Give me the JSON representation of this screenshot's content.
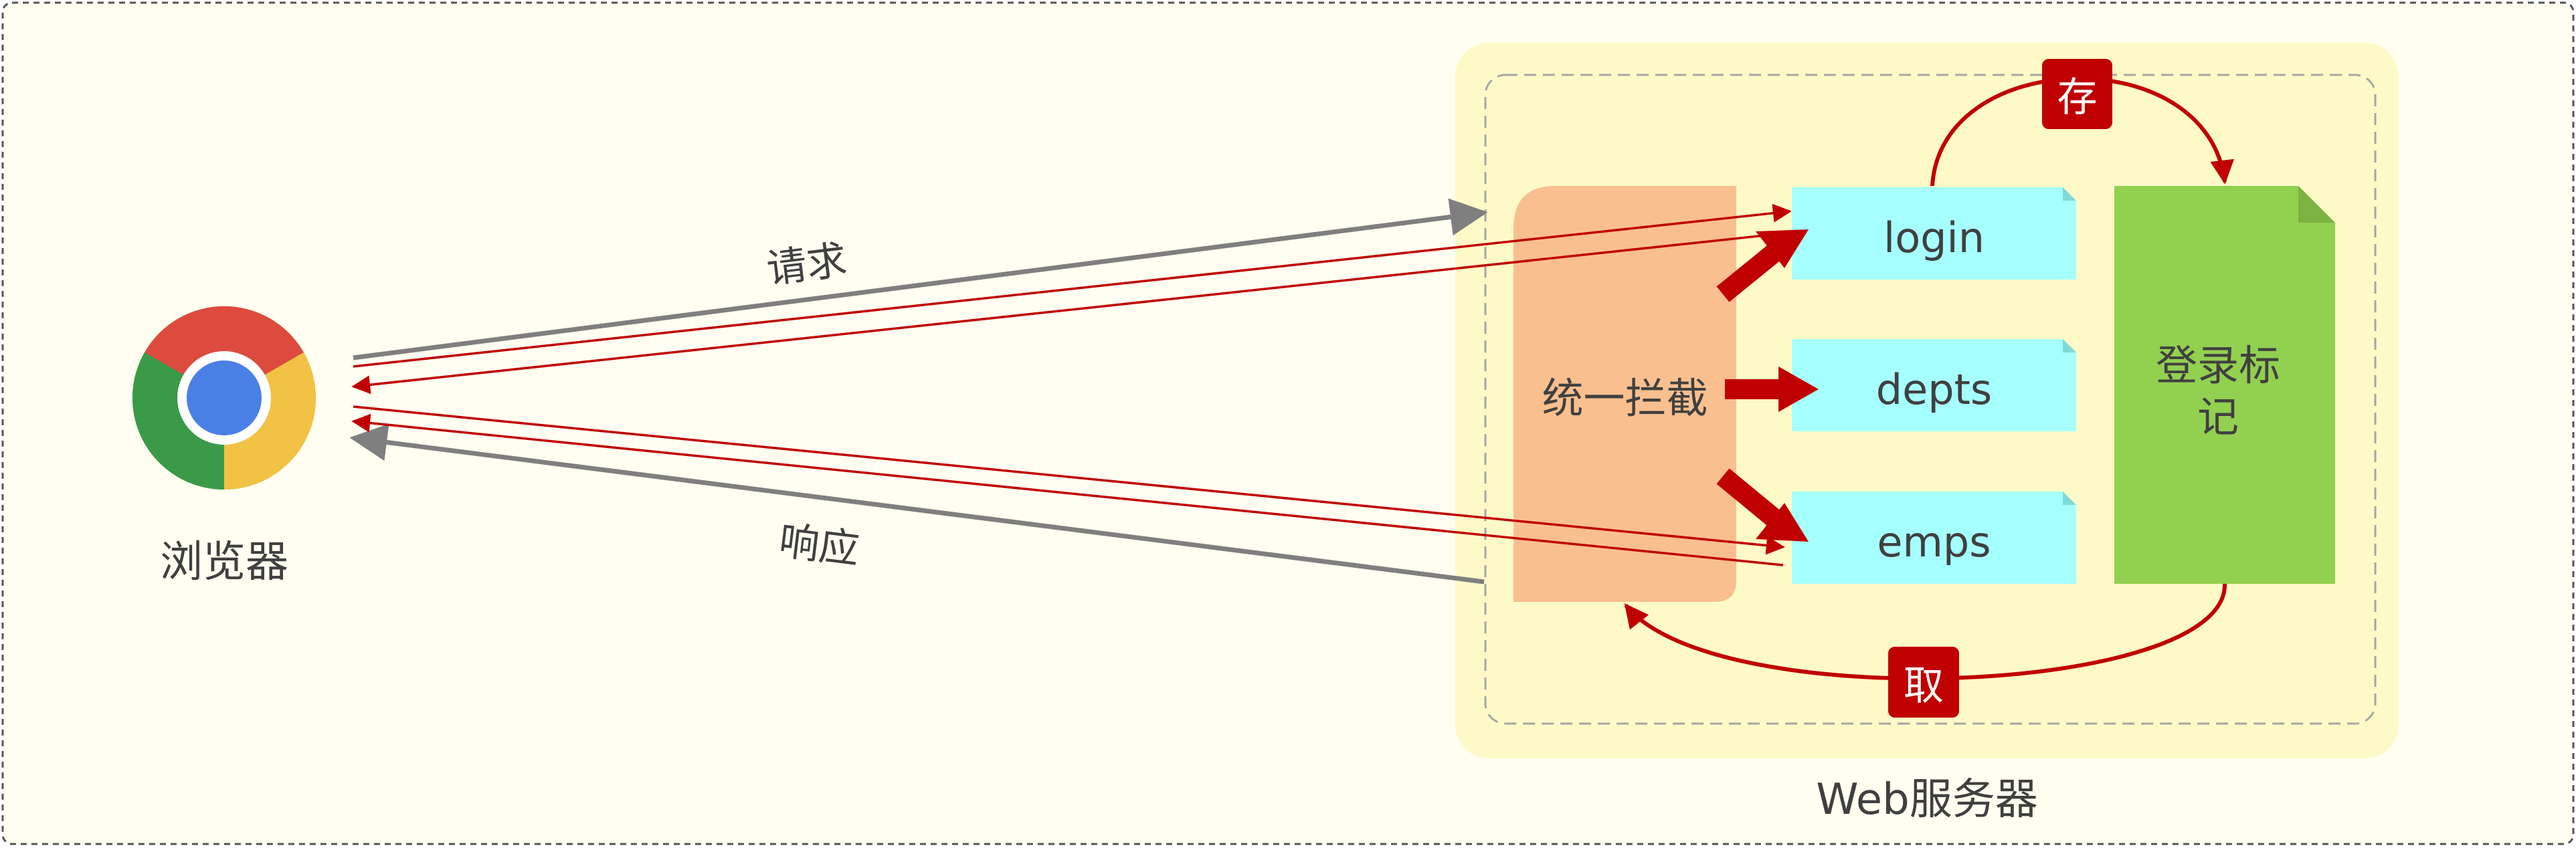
{
  "diagram": {
    "browser": {
      "label": "浏览器",
      "icon": "chrome-browser-icon"
    },
    "request_label": "请求",
    "response_label": "响应",
    "server": {
      "label": "Web服务器"
    },
    "interceptor": {
      "label": "统一拦截"
    },
    "endpoints": [
      {
        "label": "login"
      },
      {
        "label": "depts"
      },
      {
        "label": "emps"
      }
    ],
    "login_flag": {
      "label": "登录标\n记"
    },
    "store_badge": "存",
    "fetch_badge": "取",
    "colors": {
      "background": "#fffef0",
      "server_box": "#fefac8",
      "interceptor": "#f9bf8f",
      "endpoint": "#a6ffff",
      "login_flag": "#92d050",
      "red": "#c00000",
      "gray_arrow": "#7f7f7f"
    }
  }
}
